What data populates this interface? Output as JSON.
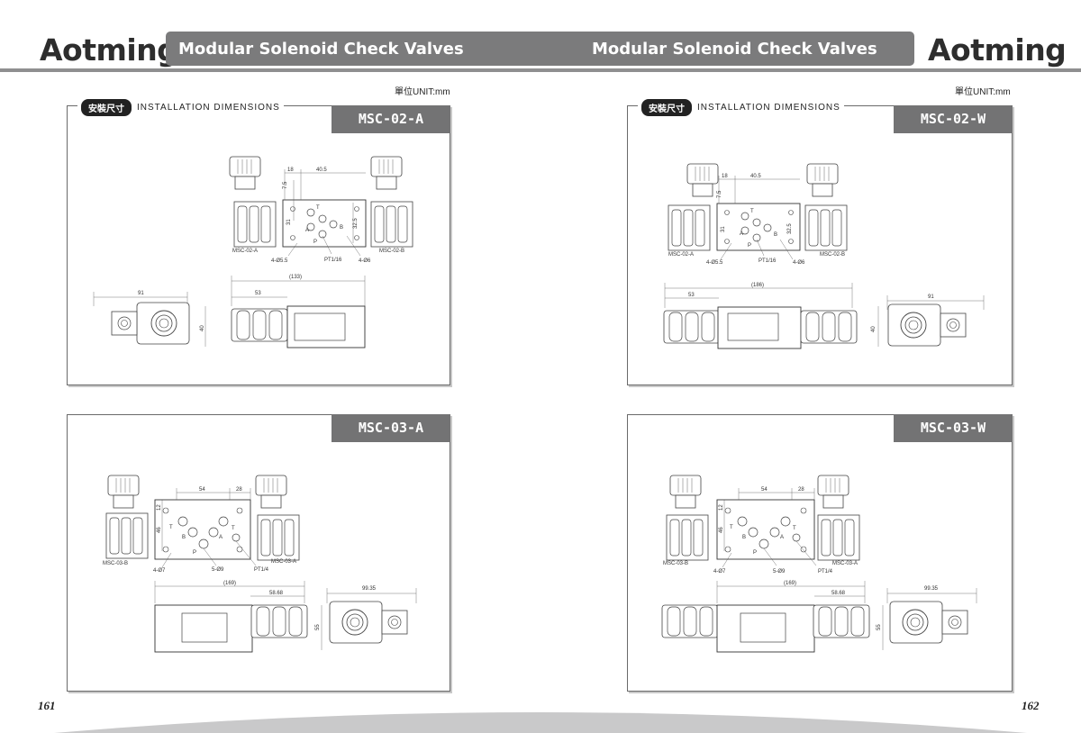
{
  "brand": {
    "name_left": "otming",
    "name_right": "otming",
    "mark": "A"
  },
  "header": {
    "title_left": "Modular Solenoid Check Valves",
    "title_right": "Modular Solenoid Check Valves"
  },
  "unit_label": "單位UNIT:mm",
  "section": {
    "badge": "安裝尺寸",
    "text": "INSTALLATION DIMENSIONS"
  },
  "panels": [
    {
      "model": "MSC-02-A",
      "labels": {
        "left_coil": "MSC-02-A",
        "right_coil": "MSC-02-B",
        "holes_small": "4-Ø5.5",
        "pt": "PT1/16",
        "holes_big": "4-Ø6"
      },
      "dims": {
        "d18": "18",
        "d40_5": "40.5",
        "d7_5": "7.5",
        "d31": "31",
        "d32_5": "32.5",
        "d133": "(133)",
        "d53": "53",
        "d91": "91",
        "d40": "40"
      },
      "ports": {
        "t": "T",
        "a": "A",
        "b": "B",
        "p": "P"
      }
    },
    {
      "model": "MSC-02-W",
      "labels": {
        "left_coil": "MSC-02-A",
        "right_coil": "MSC-02-B",
        "holes_small": "4-Ø5.5",
        "pt": "PT1/16",
        "holes_big": "4-Ø6"
      },
      "dims": {
        "d18": "18",
        "d40_5": "40.5",
        "d7_5": "7.5",
        "d31": "31",
        "d32_5": "32.5",
        "d186": "(186)",
        "d53": "53",
        "d91": "91",
        "d40": "40"
      },
      "ports": {
        "t": "T",
        "a": "A",
        "b": "B",
        "p": "P"
      }
    },
    {
      "model": "MSC-03-A",
      "labels": {
        "left_coil": "MSC-03-B",
        "right_coil": "MSC-03-A",
        "holes_small": "4-Ø7",
        "holes_big": "5-Ø9",
        "pt": "PT1/4"
      },
      "dims": {
        "d54": "54",
        "d28": "28",
        "d12": "12",
        "d46": "46",
        "d169": "(169)",
        "d58_68": "58.68",
        "d99_35": "99.35",
        "d55": "55"
      },
      "ports": {
        "t": "T",
        "t2": "T",
        "a": "A",
        "b": "B",
        "p": "P"
      }
    },
    {
      "model": "MSC-03-W",
      "labels": {
        "left_coil": "MSC-03-B",
        "right_coil": "MSC-03-A",
        "holes_small": "4-Ø7",
        "holes_big": "5-Ø9",
        "pt": "PT1/4"
      },
      "dims": {
        "d54": "54",
        "d28": "28",
        "d12": "12",
        "d46": "46",
        "d169": "(169)",
        "d58_68": "58.68",
        "d99_35": "99.35",
        "d55": "55"
      },
      "ports": {
        "t": "T",
        "t2": "T",
        "a": "A",
        "b": "B",
        "p": "P"
      }
    }
  ],
  "page_numbers": {
    "left": "161",
    "right": "162"
  }
}
